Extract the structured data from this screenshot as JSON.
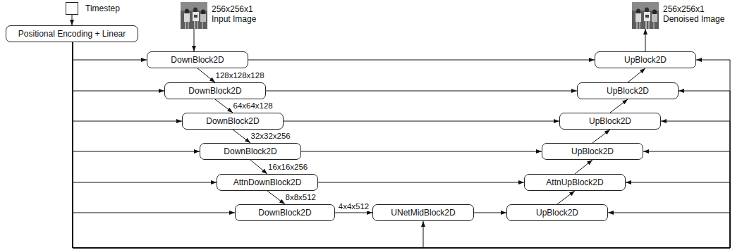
{
  "diagram": {
    "nodes": [
      {
        "text": [
          "Timestep"
        ]
      },
      {
        "text": [
          "Positional Encoding + Linear"
        ]
      },
      {
        "text": [
          "256x256x1 Input Image"
        ]
      },
      {
        "text": [
          "256x256x1 Denoised Image"
        ]
      },
      {
        "text": [
          "DownBlock2D"
        ]
      },
      {
        "text": [
          "UpBlock2D"
        ]
      },
      {
        "text": [
          "DownBlock2D"
        ]
      },
      {
        "text": [
          "UpBlock2D"
        ]
      },
      {
        "text": [
          "DownBlock2D"
        ]
      },
      {
        "text": [
          "UpBlock2D"
        ]
      },
      {
        "text": [
          "DownBlock2D"
        ]
      },
      {
        "text": [
          "UpBlock2D"
        ]
      },
      {
        "text": [
          "AttnDownBlock2D"
        ]
      },
      {
        "text": [
          "AttnUpBlock2D"
        ]
      },
      {
        "text": [
          "DownBlock2D"
        ]
      },
      {
        "text": [
          "UNetMidBlock2D"
        ]
      },
      {
        "text": [
          "UpBlock2D"
        ]
      }
    ],
    "edges": [
      {
        "from": 0,
        "to": 1,
        "arrow": "to"
      },
      {
        "from": 2,
        "to": 4,
        "arrow": "to"
      },
      {
        "from": 1,
        "to": 4,
        "arrow": "to"
      },
      {
        "from": 1,
        "to": 6,
        "arrow": "to"
      },
      {
        "from": 1,
        "to": 8,
        "arrow": "to"
      },
      {
        "from": 1,
        "to": 10,
        "arrow": "to"
      },
      {
        "from": 1,
        "to": 12,
        "arrow": "to"
      },
      {
        "from": 1,
        "to": 14,
        "arrow": "to"
      },
      {
        "from": 1,
        "to": 5,
        "arrow": "to"
      },
      {
        "from": 1,
        "to": 7,
        "arrow": "to"
      },
      {
        "from": 1,
        "to": 9,
        "arrow": "to"
      },
      {
        "from": 1,
        "to": 11,
        "arrow": "to"
      },
      {
        "from": 1,
        "to": 13,
        "arrow": "to"
      },
      {
        "from": 1,
        "to": 16,
        "arrow": "to"
      },
      {
        "from": 1,
        "to": 15,
        "arrow": "to"
      },
      {
        "from": 4,
        "to": 6,
        "label": "128x128x128",
        "arrow": "to"
      },
      {
        "from": 6,
        "to": 8,
        "label": "64x64x128",
        "arrow": "to"
      },
      {
        "from": 8,
        "to": 10,
        "label": "32x32x256",
        "arrow": "to"
      },
      {
        "from": 10,
        "to": 12,
        "label": "16x16x256",
        "arrow": "to"
      },
      {
        "from": 12,
        "to": 14,
        "label": "8x8x512",
        "arrow": "to"
      },
      {
        "from": 14,
        "to": 15,
        "label": "4x4x512",
        "arrow": "to"
      },
      {
        "from": 15,
        "to": 16,
        "arrow": "to"
      },
      {
        "from": 16,
        "to": 13,
        "arrow": "to"
      },
      {
        "from": 13,
        "to": 11,
        "arrow": "to"
      },
      {
        "from": 11,
        "to": 9,
        "arrow": "to"
      },
      {
        "from": 9,
        "to": 7,
        "arrow": "to"
      },
      {
        "from": 7,
        "to": 5,
        "arrow": "to"
      },
      {
        "from": 5,
        "to": 3,
        "arrow": "to"
      },
      {
        "from": 4,
        "to": 5,
        "arrow": "to"
      },
      {
        "from": 6,
        "to": 7,
        "arrow": "to"
      },
      {
        "from": 8,
        "to": 9,
        "arrow": "to"
      },
      {
        "from": 10,
        "to": 11,
        "arrow": "to"
      },
      {
        "from": 12,
        "to": 13,
        "arrow": "to"
      }
    ]
  }
}
